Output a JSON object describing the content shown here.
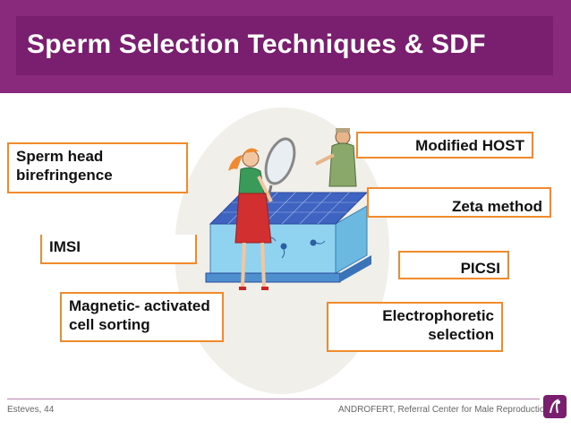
{
  "slide": {
    "title": "Sperm Selection Techniques & SDF"
  },
  "labels": {
    "sperm_head_birefringence_line1": "Sperm head",
    "sperm_head_birefringence_line2": "birefringence",
    "imsi": "IMSI",
    "macs_line1": "Magnetic- activated",
    "macs_line2": "cell sorting",
    "modified_host": "Modified HOST",
    "zeta_method": "Zeta method",
    "picsi": "PICSI",
    "electrophoretic_line1": "Electrophoretic",
    "electrophoretic_line2": "selection"
  },
  "footer": {
    "citation": "Esteves, 44",
    "organization": "ANDROFERT, Referral Center for Male Reproduction"
  },
  "colors": {
    "header_bg": "#8a2a7d",
    "label_border": "#f08a2a",
    "tank_water": "#8fd3f0",
    "grid_top": "#4a70c8"
  },
  "icons": {
    "logo": "androfert-logo-icon"
  }
}
